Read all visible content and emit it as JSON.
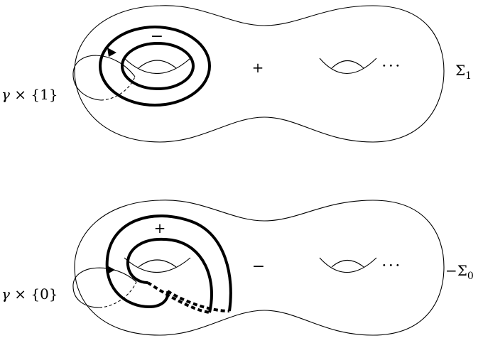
{
  "top": {
    "minus_sign": "−",
    "plus_sign": "+",
    "dots": "⋅⋅⋅",
    "surface_label": {
      "symbol": "Σ",
      "subscript": "1"
    },
    "curve_label": {
      "gamma": "γ",
      "rest": " × {1}"
    }
  },
  "bottom": {
    "plus_sign": "+",
    "minus_sign": "−",
    "dots": "⋅⋅⋅",
    "surface_label": {
      "prefix": "−",
      "symbol": "Σ",
      "subscript": "0"
    },
    "curve_label": {
      "gamma": "γ",
      "rest": " × {0}"
    }
  }
}
